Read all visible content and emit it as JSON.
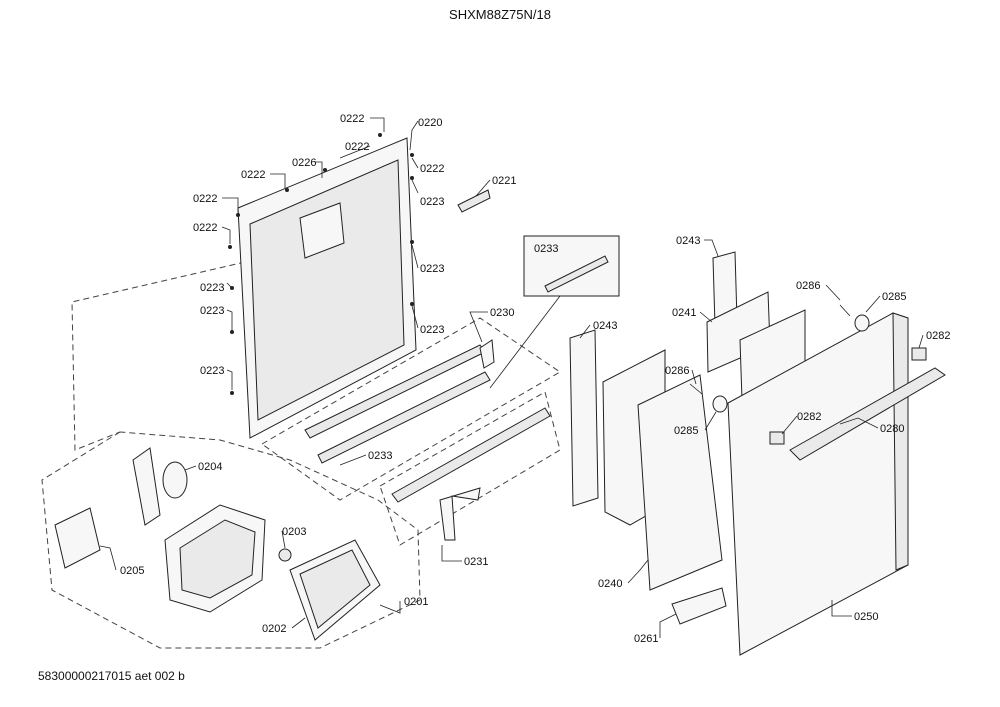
{
  "title": "SHXM88Z75N/18",
  "footer": "58300000217015 aet 002 b",
  "callouts": [
    {
      "id": "c0222a",
      "text": "0222"
    },
    {
      "id": "c0220",
      "text": "0220"
    },
    {
      "id": "c0226",
      "text": "0226"
    },
    {
      "id": "c0222b",
      "text": "0222"
    },
    {
      "id": "c0222c",
      "text": "0222"
    },
    {
      "id": "c0222d",
      "text": "0222"
    },
    {
      "id": "c0222e",
      "text": "0222"
    },
    {
      "id": "c0222f",
      "text": "0222"
    },
    {
      "id": "c0223a",
      "text": "0223"
    },
    {
      "id": "c0221",
      "text": "0221"
    },
    {
      "id": "c0223b",
      "text": "0223"
    },
    {
      "id": "c0223c",
      "text": "0223"
    },
    {
      "id": "c0223d",
      "text": "0223"
    },
    {
      "id": "c0223e",
      "text": "0223"
    },
    {
      "id": "c0223f",
      "text": "0223"
    },
    {
      "id": "c0223g",
      "text": "0223"
    },
    {
      "id": "c0230",
      "text": "0230"
    },
    {
      "id": "c0233a",
      "text": "0233"
    },
    {
      "id": "c0233b",
      "text": "0233"
    },
    {
      "id": "c0204",
      "text": "0204"
    },
    {
      "id": "c0205",
      "text": "0205"
    },
    {
      "id": "c0203",
      "text": "0203"
    },
    {
      "id": "c0201",
      "text": "0201"
    },
    {
      "id": "c0202",
      "text": "0202"
    },
    {
      "id": "c0231",
      "text": "0231"
    },
    {
      "id": "c0243a",
      "text": "0243"
    },
    {
      "id": "c0243b",
      "text": "0243"
    },
    {
      "id": "c0241",
      "text": "0241"
    },
    {
      "id": "c0286a",
      "text": "0286"
    },
    {
      "id": "c0285a",
      "text": "0285"
    },
    {
      "id": "c0282a",
      "text": "0282"
    },
    {
      "id": "c0286b",
      "text": "0286"
    },
    {
      "id": "c0285b",
      "text": "0285"
    },
    {
      "id": "c0282b",
      "text": "0282"
    },
    {
      "id": "c0280",
      "text": "0280"
    },
    {
      "id": "c0240",
      "text": "0240"
    },
    {
      "id": "c0250",
      "text": "0250"
    },
    {
      "id": "c0261",
      "text": "0261"
    }
  ]
}
